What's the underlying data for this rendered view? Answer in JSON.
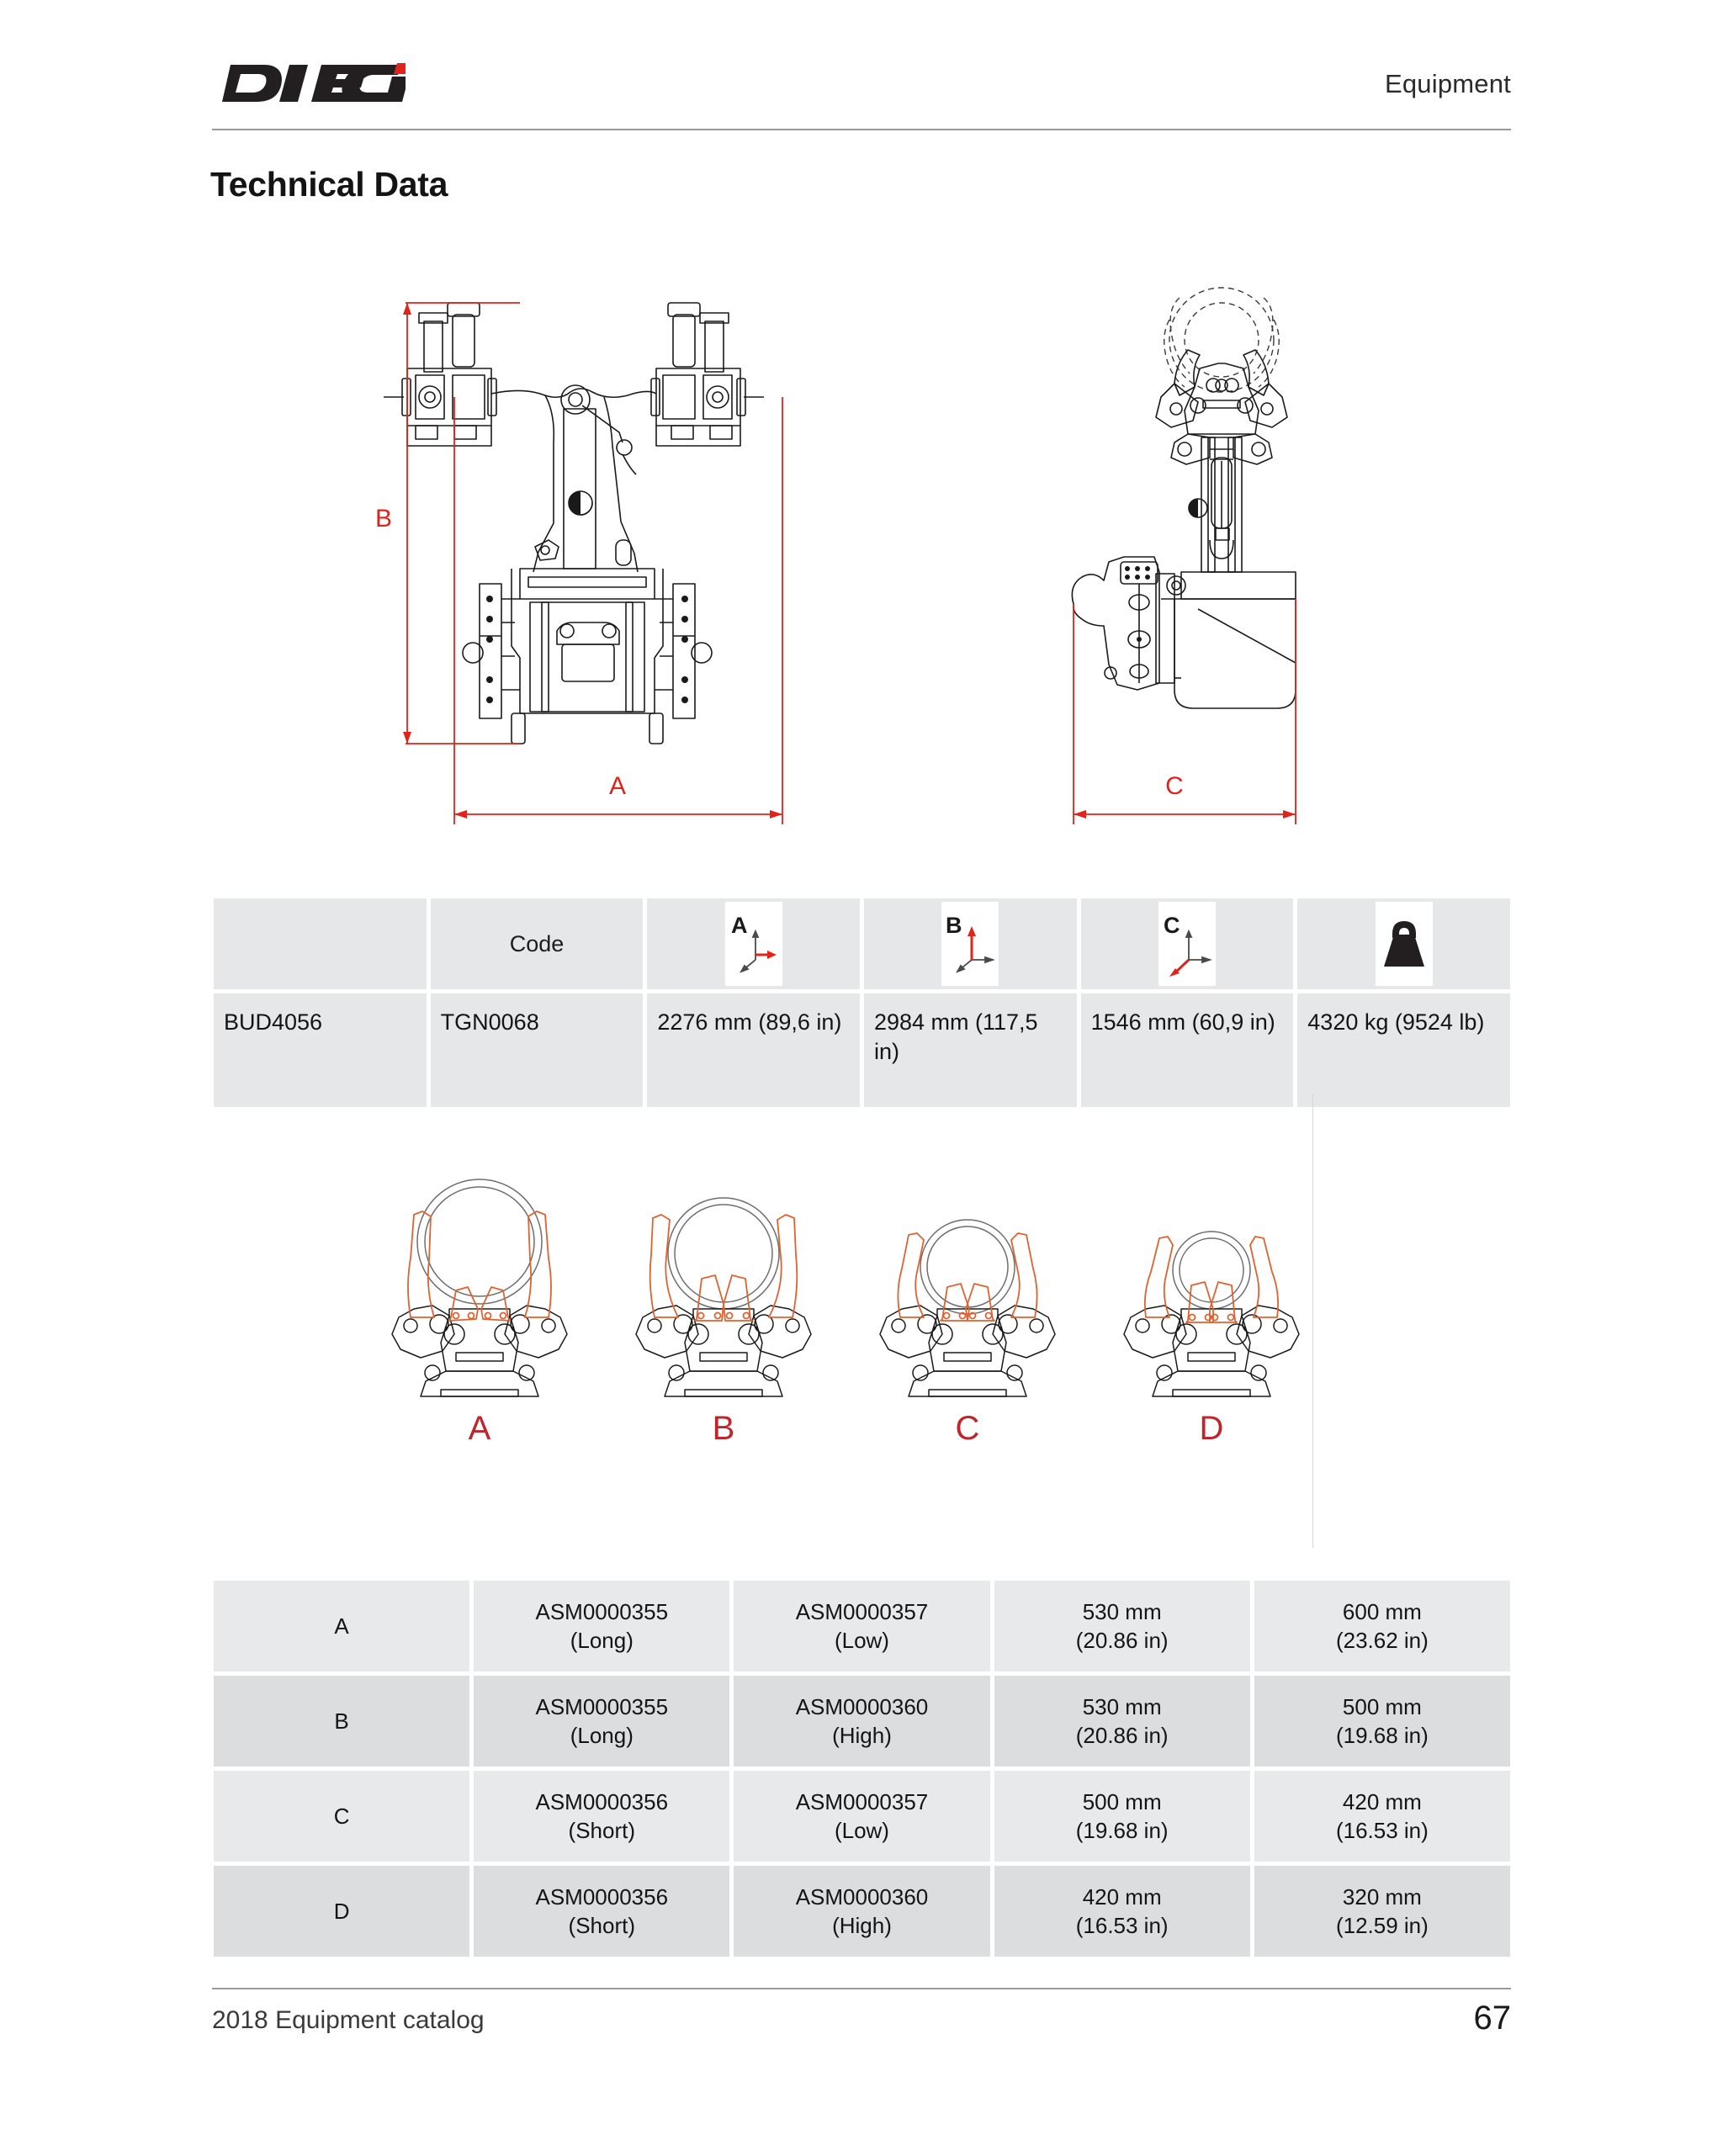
{
  "header": {
    "brand": "DIECI",
    "brand_accent_color": "#e2231a",
    "section_title": "Equipment"
  },
  "page_title": "Technical Data",
  "drawings": {
    "front_view": {
      "name": "front-view-drawing",
      "dimension_labels": [
        "B",
        "A"
      ],
      "dimension_color": "#e2231a"
    },
    "side_view": {
      "name": "side-view-drawing",
      "dimension_labels": [
        "C"
      ],
      "dimension_color": "#e2231a"
    }
  },
  "spec_table": {
    "headers": [
      {
        "label": "",
        "icon": ""
      },
      {
        "label": "Code",
        "icon": ""
      },
      {
        "label": "A",
        "icon": "axis-a-icon"
      },
      {
        "label": "B",
        "icon": "axis-b-icon"
      },
      {
        "label": "C",
        "icon": "axis-c-icon"
      },
      {
        "label": "",
        "icon": "weight-icon"
      }
    ],
    "rows": [
      {
        "model": "BUD4056",
        "code": "TGN0068",
        "a": "2276 mm (89,6 in)",
        "b": "2984 mm (117,5 in)",
        "c": "1546 mm (60,9 in)",
        "weight": "4320 kg (9524 lb)"
      }
    ]
  },
  "configurations": [
    {
      "label": "A",
      "arm": "long",
      "mount": "low",
      "pipe_size": "large"
    },
    {
      "label": "B",
      "arm": "long",
      "mount": "high",
      "pipe_size": "medium-large"
    },
    {
      "label": "C",
      "arm": "short",
      "mount": "low",
      "pipe_size": "medium"
    },
    {
      "label": "D",
      "arm": "short",
      "mount": "high",
      "pipe_size": "small"
    }
  ],
  "variants_table": {
    "rows": [
      {
        "config": "A",
        "arm_code": "ASM0000355",
        "arm_type": "(Long)",
        "mount_code": "ASM0000357",
        "mount_type": "(Low)",
        "dim1_mm": "530 mm",
        "dim1_in": "(20.86 in)",
        "dim2_mm": "600 mm",
        "dim2_in": "(23.62 in)"
      },
      {
        "config": "B",
        "arm_code": "ASM0000355",
        "arm_type": "(Long)",
        "mount_code": "ASM0000360",
        "mount_type": "(High)",
        "dim1_mm": "530 mm",
        "dim1_in": "(20.86 in)",
        "dim2_mm": "500 mm",
        "dim2_in": "(19.68 in)"
      },
      {
        "config": "C",
        "arm_code": "ASM0000356",
        "arm_type": "(Short)",
        "mount_code": "ASM0000357",
        "mount_type": "(Low)",
        "dim1_mm": "500 mm",
        "dim1_in": "(19.68 in)",
        "dim2_mm": "420 mm",
        "dim2_in": "(16.53 in)"
      },
      {
        "config": "D",
        "arm_code": "ASM0000356",
        "arm_type": "(Short)",
        "mount_code": "ASM0000360",
        "mount_type": "(High)",
        "dim1_mm": "420 mm",
        "dim1_in": "(16.53 in)",
        "dim2_mm": "320 mm",
        "dim2_in": "(12.59 in)"
      }
    ]
  },
  "footer": {
    "catalog": "2018 Equipment catalog",
    "page_number": "67"
  }
}
